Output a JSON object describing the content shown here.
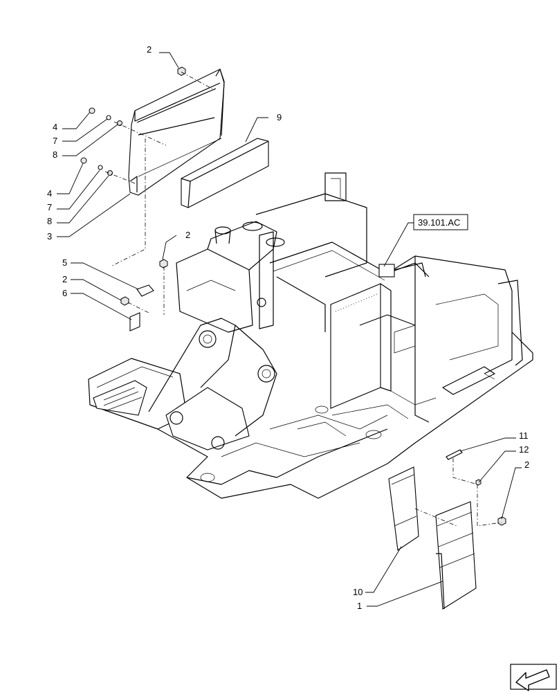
{
  "callouts": {
    "c2_top": "2",
    "c4_a": "4",
    "c7_a": "7",
    "c8_a": "8",
    "c9": "9",
    "c4_b": "4",
    "c7_b": "7",
    "c8_b": "8",
    "c3": "3",
    "c2_mid": "2",
    "c5": "5",
    "c2_left": "2",
    "c6": "6",
    "c11": "11",
    "c12": "12",
    "c2_right": "2",
    "c10": "10",
    "c1": "1"
  },
  "reference_box": "39.101.AC",
  "icons": {
    "nav": "arrow-icon"
  }
}
